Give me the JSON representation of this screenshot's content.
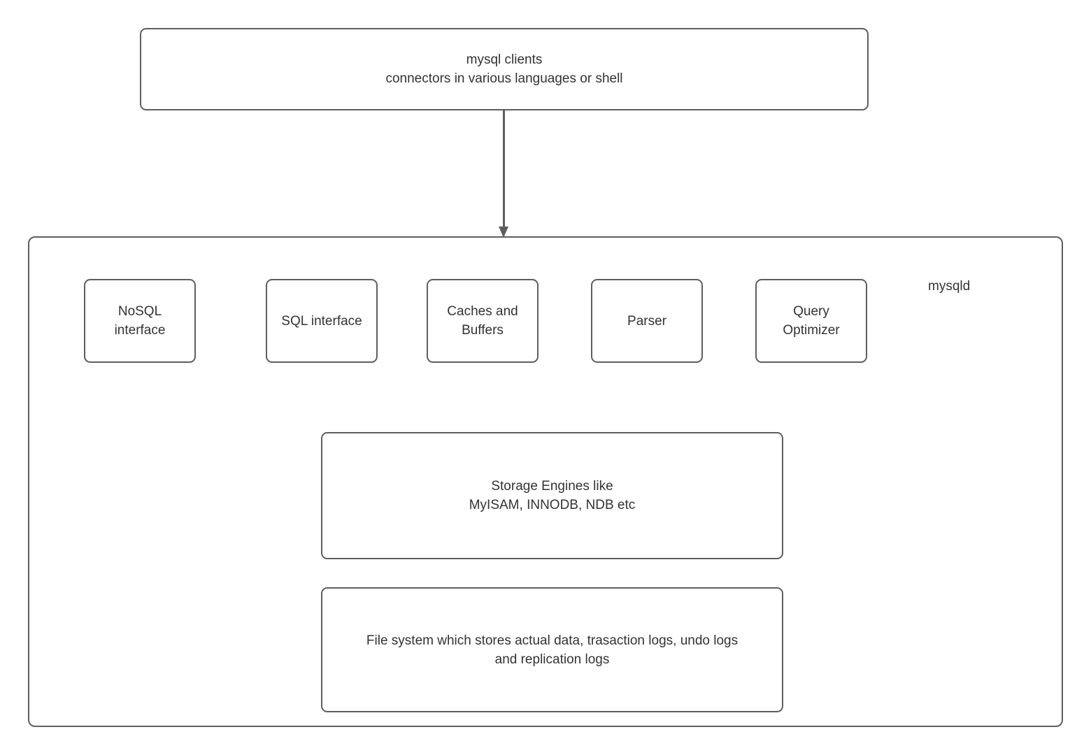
{
  "colors": {
    "border": "#5e5e5e",
    "text": "#333333",
    "background": "#ffffff"
  },
  "clients_box": {
    "label": "mysql clients\nconnectors in various languages or shell"
  },
  "mysqld_container": {
    "label": "mysqld"
  },
  "interface_row": [
    {
      "label": "NoSQL\ninterface"
    },
    {
      "label": "SQL interface"
    },
    {
      "label": "Caches and\nBuffers"
    },
    {
      "label": "Parser"
    },
    {
      "label": "Query\nOptimizer"
    }
  ],
  "storage_box": {
    "label": "Storage Engines like\nMyISAM, INNODB, NDB etc"
  },
  "filesystem_box": {
    "label": "File system which stores actual data, trasaction logs, undo logs\nand replication logs"
  }
}
